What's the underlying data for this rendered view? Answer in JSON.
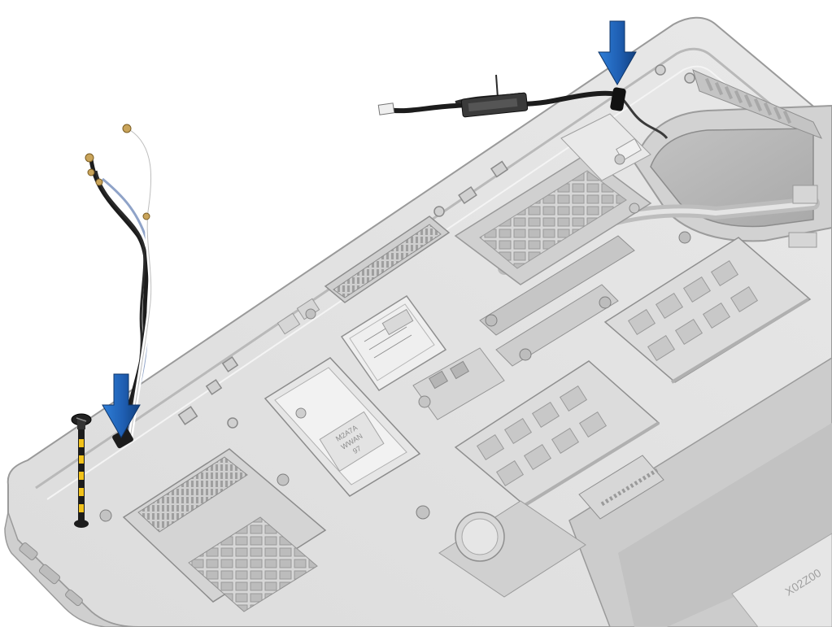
{
  "image": {
    "kind": "service-manual-illustration",
    "subject": "laptop base with bottom cover removed; display and antenna cables being routed out",
    "background_color": "#ffffff",
    "palette": {
      "chassis_light": "#e2e2e2",
      "chassis_mid": "#c9c9c9",
      "chassis_dark": "#a8a8a8",
      "outline": "#8a8a8a",
      "cable_black": "#1c1c1c",
      "cable_white": "#efefef",
      "cable_blue": "#8fa3c8",
      "connector_gold": "#c9a45a",
      "arrow_blue": "#1f5fb3",
      "screw_black": "#222222",
      "screw_guide_yellow": "#f2c21a"
    },
    "callouts": {
      "arrow_count": 2,
      "arrow_direction": "down",
      "screw_count": 1
    },
    "board_labels": {
      "wwan_card": [
        "M2A7A",
        "WWAN",
        "97"
      ],
      "bottom_right_sticker": "X02Z00"
    }
  }
}
